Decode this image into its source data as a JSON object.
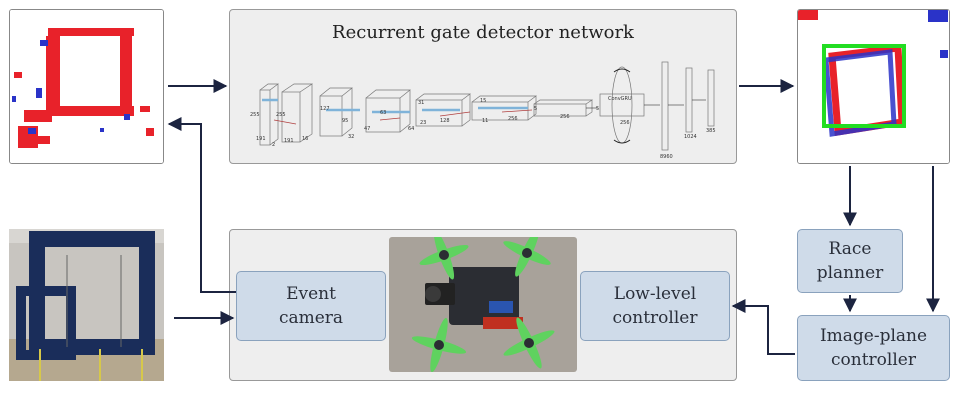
{
  "network": {
    "title": "Recurrent gate detector network",
    "layers": [
      "255",
      "255",
      "191",
      "191",
      "2",
      "16",
      "127",
      "95",
      "32",
      "63",
      "47",
      "64",
      "31",
      "23",
      "128",
      "15",
      "11",
      "256",
      "5",
      "256",
      "5",
      "ConvGRU",
      "256",
      "8960",
      "1024",
      "385"
    ]
  },
  "event_camera": {
    "label": "Event\ncamera"
  },
  "low_level_controller": {
    "label": "Low-level\ncontroller"
  },
  "race_planner": {
    "label": "Race\nplanner"
  },
  "image_plane_controller": {
    "label": "Image-plane\ncontroller"
  },
  "colors": {
    "panel_bg": "#eeeeee",
    "box_bg": "#cfdbe9",
    "arrow": "#1c2440",
    "event_red": "#e8222a",
    "event_blue": "#2a33c8",
    "detection_green": "#22dd22",
    "propeller_green": "#5fd25f"
  }
}
